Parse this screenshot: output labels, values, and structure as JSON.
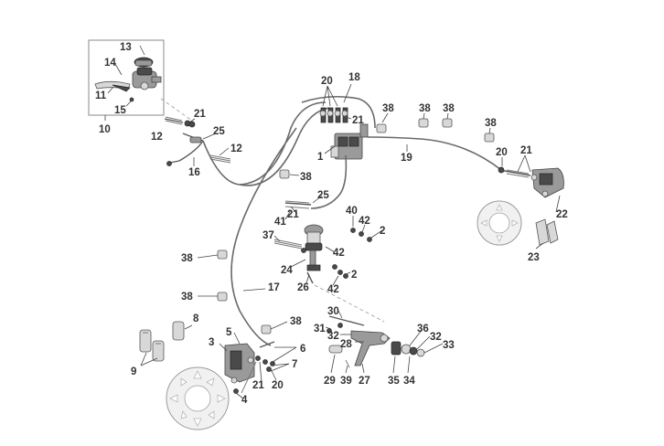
{
  "callouts": {
    "c13": "13",
    "c14": "14",
    "c11": "11",
    "c15": "15",
    "c10": "10",
    "c21a": "21",
    "c12a": "12",
    "c25a": "25",
    "c12b": "12",
    "c16": "16",
    "c20a": "20",
    "c18": "18",
    "c21b": "21",
    "c1": "1",
    "c38a": "38",
    "c38b": "38",
    "c38c": "38",
    "c38d": "38",
    "c38e": "38",
    "c19": "19",
    "c20b": "20",
    "c21c": "21",
    "c22": "22",
    "c23": "23",
    "c25b": "25",
    "c21d": "21",
    "c41": "41",
    "c40": "40",
    "c42a": "42",
    "c2a": "2",
    "c37": "37",
    "c42b": "42",
    "c24": "24",
    "c2b": "2",
    "c26": "26",
    "c42c": "42",
    "c38f": "38",
    "c17": "17",
    "c38g": "38",
    "c38h": "38",
    "c8": "8",
    "c9": "9",
    "c5": "5",
    "c3": "3",
    "c6": "6",
    "c7": "7",
    "c21e": "21",
    "c20c": "20",
    "c4": "4",
    "c30": "30",
    "c31": "31",
    "c32a": "32",
    "c28": "28",
    "c36": "36",
    "c32b": "32",
    "c33": "33",
    "c29": "29",
    "c39": "39",
    "c27": "27",
    "c35": "35",
    "c34": "34"
  },
  "icons": {
    "master_cylinder": "front-master-cylinder-icon",
    "abs_unit": "abs-modulator-icon",
    "caliper_front": "front-brake-caliper-icon",
    "caliper_rear": "rear-brake-caliper-icon",
    "disc": "brake-disc-icon",
    "pedal": "brake-pedal-icon"
  }
}
